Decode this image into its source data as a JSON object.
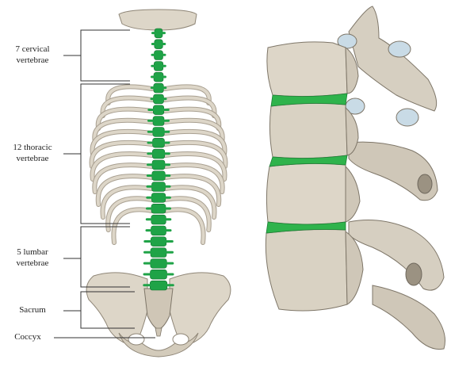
{
  "labels": {
    "cervical": [
      "7 cervical",
      "vertebrae"
    ],
    "thoracic": [
      "12 thoracic",
      "vertebrae"
    ],
    "lumbar": [
      "5 lumbar",
      "vertebrae"
    ],
    "sacrum": "Sacrum",
    "coccyx": "Coccyx"
  },
  "colors": {
    "bone": "#ddd6c8",
    "bone_shadow": "#a9a091",
    "bone_dark": "#6f685d",
    "spine_highlight": "#1fa347",
    "disc_highlight": "#2fb34c",
    "facet": "#c9dbe6",
    "bracket": "#333333"
  }
}
